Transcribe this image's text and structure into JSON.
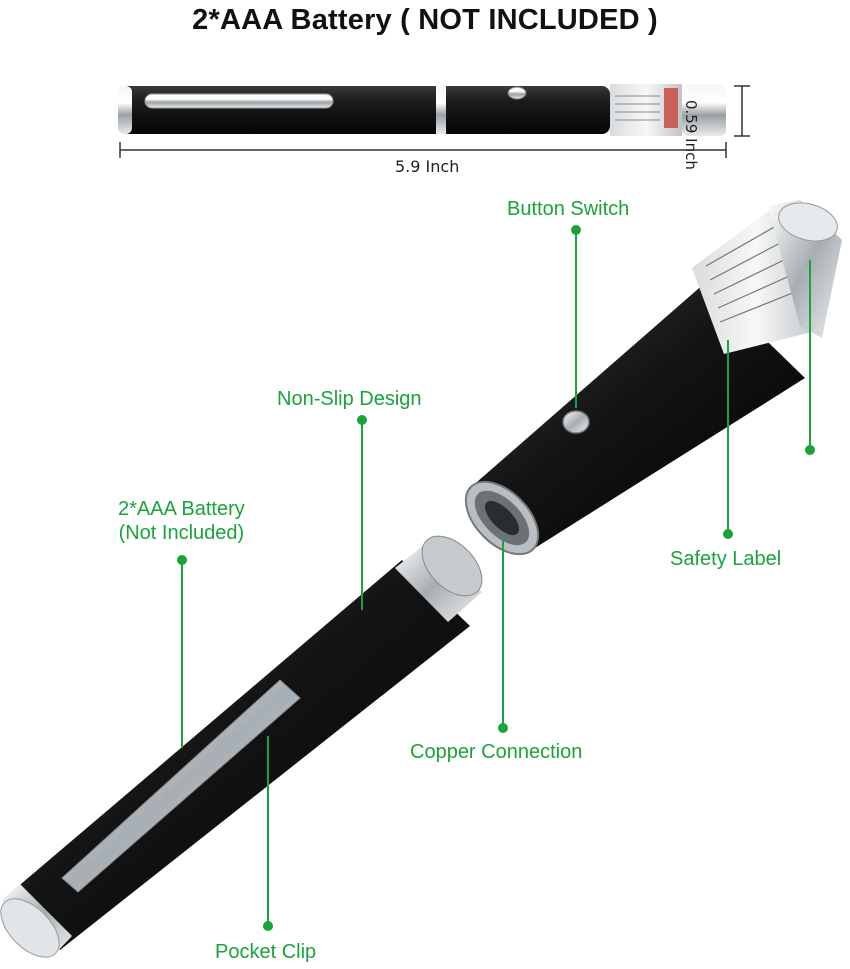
{
  "header": {
    "title": "2*AAA Battery ( NOT INCLUDED )"
  },
  "dimensions": {
    "length": "5.9 Inch",
    "diameter": "0.59 Inch"
  },
  "callouts": {
    "button_switch": "Button Switch",
    "non_slip": "Non-Slip Design",
    "battery_line1": "2*AAA Battery",
    "battery_line2": "(Not Included)",
    "safety_label": "Safety Label",
    "copper": "Copper Connection",
    "pocket_clip": "Pocket Clip"
  },
  "colors": {
    "accent": "#1aa33a",
    "body": "#111111",
    "chrome": "#cfd3d6"
  },
  "icons": {
    "leader_dot": "circle"
  }
}
